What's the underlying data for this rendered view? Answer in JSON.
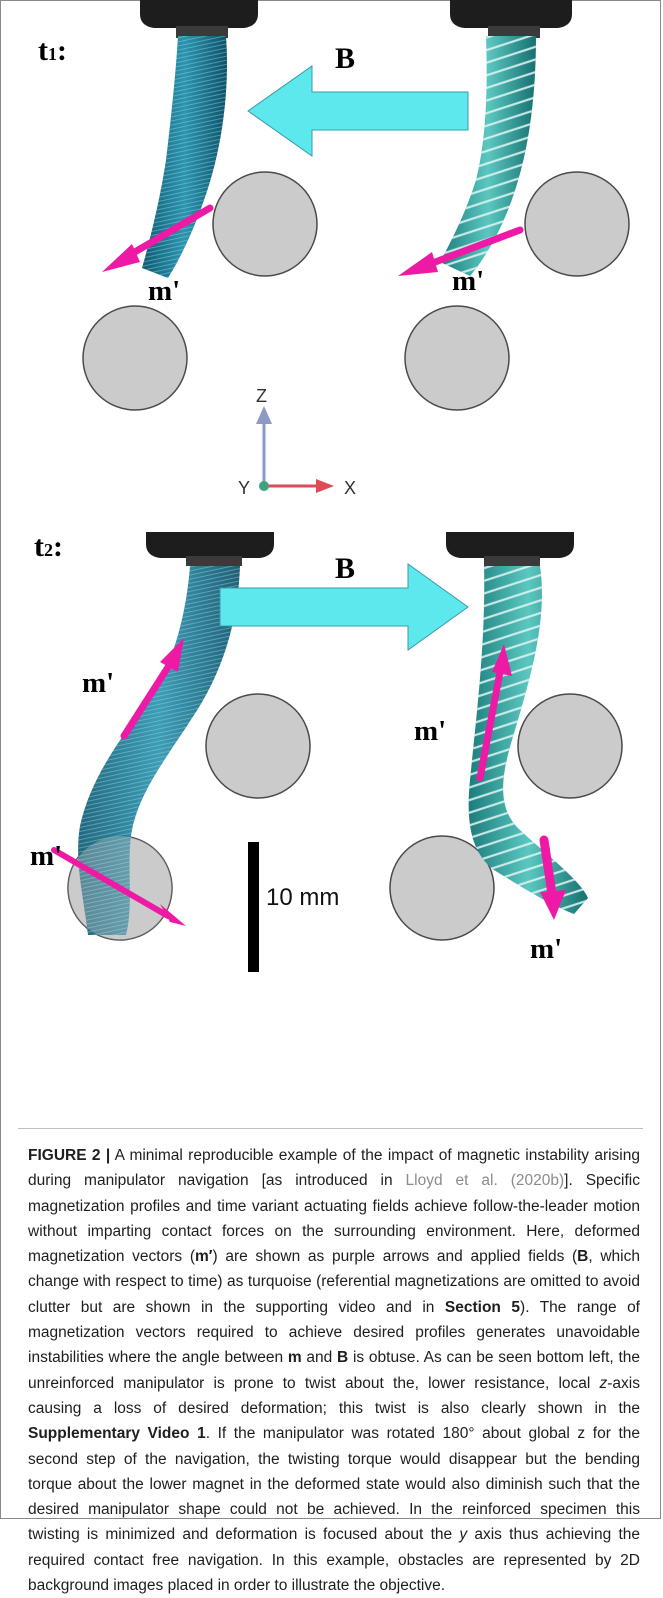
{
  "panels": {
    "t1": {
      "label_main": "t",
      "label_sub": "1",
      "label_colon": ":",
      "field_label": "B",
      "vector_label": "m'"
    },
    "t2": {
      "label_main": "t",
      "label_sub": "2",
      "label_colon": ":",
      "field_label": "B",
      "vector_label": "m'"
    }
  },
  "axes": {
    "z_label": "Z",
    "y_label": "Y",
    "x_label": "X"
  },
  "scale_bar": {
    "label": "10 mm"
  },
  "colors": {
    "field_arrow": "#5ce8ec",
    "magnetization_arrow": "#ee1aa6",
    "obstacle_fill": "#cbcbcb",
    "obstacle_stroke": "#4a4a4a",
    "manipulator_unreinforced": "#1f7f9a",
    "manipulator_reinforced": "#2aa7a4",
    "z_axis": "#8c9ac4",
    "x_axis": "#de4a55",
    "origin": "#3da37a"
  },
  "caption": {
    "figure_label": "FIGURE 2 |",
    "p1": " A minimal reproducible example of the impact of magnetic instability arising during manipulator navigation [as introduced in ",
    "citation": "Lloyd et al. (2020b)",
    "p2": "]. Specific magnetization profiles and time variant actuating fields achieve follow-the-leader motion without imparting contact forces on the surrounding environment. Here, deformed magnetization vectors (",
    "m_prime": "m′",
    "p3": ") are shown as purple arrows and applied fields (",
    "B": "B",
    "p4": ", which change with respect to time) as turquoise (referential magnetizations are omitted to avoid clutter but are shown in the supporting video and in ",
    "section": "Section 5",
    "p5": "). The range of magnetization vectors required to achieve desired profiles generates unavoidable instabilities where the angle between ",
    "m": "m",
    "p6": " and ",
    "B2": "B",
    "p7": " is obtuse. As can be seen bottom left, the unreinforced manipulator is prone to twist about the, lower resistance, local ",
    "z_axis": "z",
    "p8": "-axis causing a loss of desired deformation; this twist is also clearly shown in the ",
    "video": "Supplementary Video 1",
    "p9": ". If the manipulator was rotated 180° about global z for the second step of the navigation, the twisting torque would disappear but the bending torque about the lower magnet in the deformed state would also diminish such that the desired manipulator shape could not be achieved. In the reinforced specimen this twisting is minimized and deformation is focused about the ",
    "y_axis": "y",
    "p10": " axis thus achieving the required contact free navigation. In this example, obstacles are represented by 2D background images placed in order to illustrate the objective."
  }
}
